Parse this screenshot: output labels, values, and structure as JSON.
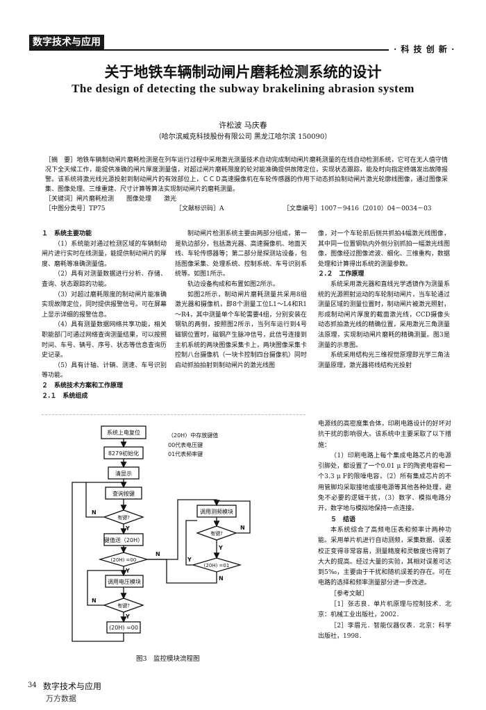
{
  "header": {
    "section_tag": "数字技术与应用",
    "right_tag": "· 科 技 创 新 ·"
  },
  "title_cn": "关于地铁车辆制动闸片磨耗检测系统的设计",
  "title_en": "The design of detecting the subway brakelining abrasion system",
  "authors": "许松波   马庆春",
  "affiliation": "（哈尔滨威克科技股份有限公司       黑龙江哈尔滨     150090）",
  "abstract": {
    "text": "［摘　要］地铁车辆制动闸片磨耗检测是在列车运行过程中采用激光测量技术自动完成制动闸片磨耗测量的在线自动检测系统，它可在无人值守情况下全天候工作，能提供准确的闸片厚度测量值，对超过闸片磨耗限度的轮对能准确提供故障定位，实现状态跟踪，能及时向指定终端发出故障报警。该系统将激光线光源投射到制动闸片的有效部位上，ＣＣＤ高速摄像机在车轮传感器的作用下动态抓拍制动闸片激光轮廓线图像，通过图像采集、图像处理、三维重建、尺寸计算等算法实现制动闸片的磨耗测量。",
    "keywords": "［关键词］闸片磨耗检测　　图像处理　　激光",
    "clc": "［中图分类号］TP75",
    "doc_code": "［文献标识码］A",
    "article_no": "［文章编号］1007－9416（2010）04－0034－03"
  },
  "col1": {
    "h1": "１　系统主要功能",
    "p1": "（1）系统能对通过检测区域的车辆制动闸片进行实时在线测量，能提供制动闸片的厚度、磨耗等准确测量值。",
    "p2": "（2）具有对测量数据进行分析、存储、查询、状态跟踪的功能。",
    "p3": "（3）对超过磨耗限度的制动闸片能准确实现故障定位，同时提供报警信号。可在屏幕上显示详细的报警信息。",
    "p4": "（4）具有测量数据网络共享功能，相关职能部门可通过网络查询测量结果，可以按照时间、车号、辆号、序号、状态等信息查询历史记录。",
    "p5": "（5）具有计轴、计辆、测速、车号识别等功能。",
    "h2": "２　系统技术方案和工作原理",
    "h3": "２.１　系统组成"
  },
  "col2": {
    "p1": "制动闸片检测系统主要由两部分组成，第一是轨边部分，包括激光器、高速摄像机、地面天线、车轮传感器等；第二部分是探测站设备，包括图像采集、处理系统、控制系统、车号识别系统等。如图1所示。",
    "p2": "轨边设备构成和布置如图2所示。",
    "p3": "如图2所示，制动闸片磨耗测量共采用8组激光器和摄像机，即8个测量工位L1～L4和R1～R4，其中测量单个车轮需要4组，分别安装在钢轨的两侧，按照图2所示，当列车运行到4号磁钢位置时，磁钢产生脉冲信号，此信号连接到主机系统的两块图像采集卡上，两块图像采集卡控制八台摄像机（一块卡控制四台摄像机）同时启动抓拍拍射到制动闸片的激光线图"
  },
  "col3": {
    "p1": "像，对一个车轮前后侧共抓拍4幅激光线图像，其中同一位置钢轨内外侧分别抓拍一幅激光线图像，图像经过图像滤波、细化、三维重构，数据处理和计算得出系统的测量参数。",
    "h1": "２.２　工作原理",
    "p2": "系统采用激光器和直线光学透镜作为测量系统的光源照射运动的车轮制动闸片，当车轮通过测量区域的测量位置时，制动闸片被激光照射，形成制动闸片厚度的截面激光线，CCD摄像头动态抓拍激光线的精确位置，采用激光三角测量法原理，实现制动闸片磨耗的精确测量。图3是测量的示意图。",
    "p3": "系统采用结构光三维视觉原理即光学三角法测量原理，激光器将线结构光投射"
  },
  "col4": {
    "p1": "电源线的高密度集合体，印刷电路设计的好坏对抗干扰的影响很大。该系统中主要采取了以下措施：",
    "p2": "（1）印刷电路上每个集成电路芯片的电源引脚处，都设置了一个0.01 μ F的陶瓷电容和一个3.3 μ F的限噪电容，（2）所有集成芯片的不用管脚均采取接地或接电源等其他各种处理，避免不必要的逻辑干扰，（3）数字、模拟电路分开，数字地与模拟地保持一点连接。",
    "h1": "５　结语",
    "p3": "本系统综合了高频电压表和频率计两种功能。采用单片机进行自动测频，采集数据、误差校正变得非常容易，测量精度和灵敏度也得到了大大的提高。经过大量的实验，其相对误差可达到5‰，主要由于干扰和随机误差的存在。可在电路的选择和频率测量部分进一步改进。",
    "ref_h": "［参考文献］",
    "ref1": "［1］张志良．单片机原理与控制技术．北京：机械工业出版社，2002．",
    "ref2": "［2］李眉元．智能仪器仪表．北京：科学出版社，1998．"
  },
  "flowchart": {
    "nodes": {
      "power_reset": "系统上电复位",
      "init_8279": "8279初始化",
      "clear_display": "清显示",
      "query_key": "查询按键",
      "any_key_1": "有键?",
      "key_value": "键值送（20H）",
      "cmp_00": "(20H) =00",
      "call_voltage": "调用电压模块",
      "any_key_2": "有键?",
      "set_20h_00": "(20H) =00",
      "call_freq": "调用测频模块",
      "any_key_3": "有键?",
      "cmp_01": "(20H) =01"
    },
    "legend": {
      "l1": "（20H）中存放键值",
      "l2": "00代表电压键",
      "l3": "01代表频率键"
    },
    "labels": {
      "yes": "Y",
      "no": "N"
    }
  },
  "figure_caption": "图3　监控模块流程图",
  "footer": {
    "page_no": "34",
    "journal": "数字技术与应用",
    "repository": "万方数据"
  }
}
